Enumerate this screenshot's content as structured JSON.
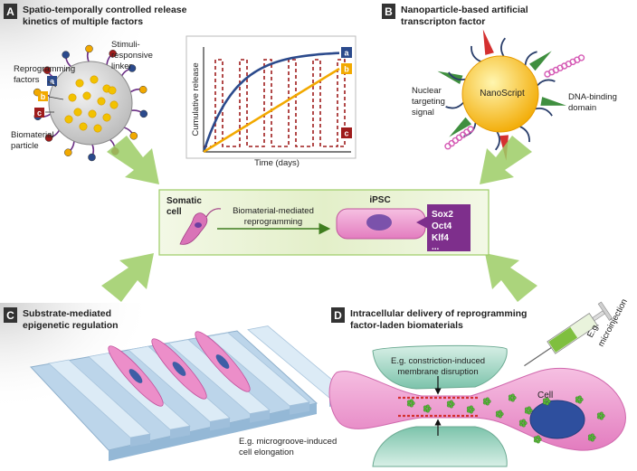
{
  "panels": {
    "a": {
      "letter": "A",
      "title_line1": "Spatio-temporally controlled release",
      "title_line2": "kinetics of multiple factors",
      "labels": {
        "reprogramming_line1": "Reprogramming",
        "reprogramming_line2": "factors",
        "stimuli_line1": "Stimuli-",
        "stimuli_line2": "responsive",
        "stimuli_line3": "linker",
        "biomaterial_line1": "Biomaterial",
        "biomaterial_line2": "particle"
      },
      "badges": [
        "a",
        "b",
        "c"
      ]
    },
    "b": {
      "letter": "B",
      "title_line1": "Nanoparticle-based artificial",
      "title_line2": "transcripton factor",
      "labels": {
        "nanoscript": "NanoScript",
        "nuclear_line1": "Nuclear",
        "nuclear_line2": "targeting",
        "nuclear_line3": "signal",
        "dna_line1": "DNA-binding",
        "dna_line2": "domain"
      }
    },
    "c": {
      "letter": "C",
      "title_line1": "Substrate-mediated",
      "title_line2": "epigenetic regulation",
      "caption_line1": "E.g. microgroove-induced",
      "caption_line2": "cell elongation"
    },
    "d": {
      "letter": "D",
      "title_line1": "Intracellular delivery of reprogramming",
      "title_line2": "factor-laden biomaterials",
      "constriction_line1": "E.g. constriction-induced",
      "constriction_line2": "membrane disruption",
      "cell_label": "Cell",
      "micro_line1": "E.g.",
      "micro_line2": "microinjection"
    }
  },
  "center": {
    "somatic_line1": "Somatic",
    "somatic_line2": "cell",
    "arrow_line1": "Biomaterial-mediated",
    "arrow_line2": "reprogramming",
    "ipsc": "iPSC",
    "factors": [
      "Sox2",
      "Oct4",
      "Klf4",
      "..."
    ]
  },
  "chart_data": {
    "type": "line",
    "xlabel": "Time (days)",
    "ylabel": "Cumulative release",
    "series": [
      {
        "name": "a",
        "shape": "saturating"
      },
      {
        "name": "b",
        "shape": "linear"
      },
      {
        "name": "c",
        "shape": "pulsatile"
      }
    ]
  },
  "colors": {
    "a": "#2b4a8c",
    "b": "#f2a900",
    "c": "#9e1c1c",
    "green": "#8cc152",
    "purple": "#7e2f8c",
    "pink": "#e58fc9"
  }
}
